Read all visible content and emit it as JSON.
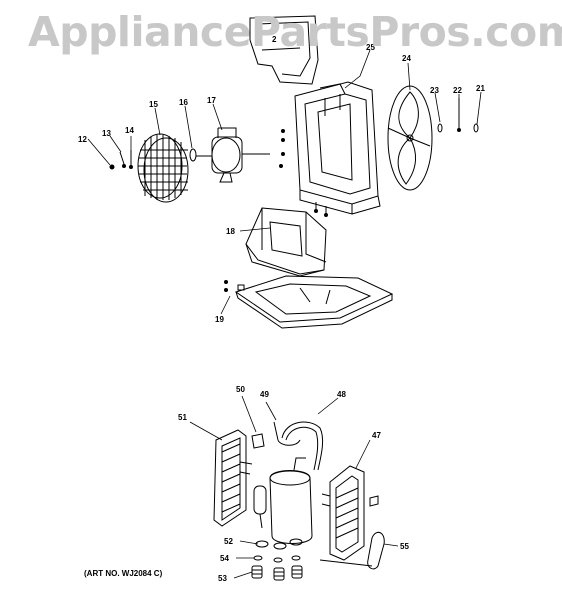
{
  "watermark": "AppliancePartsPros.com",
  "art_number": "(ART NO. WJ2084 C)",
  "upper_assembly": {
    "callouts": [
      "12",
      "13",
      "14",
      "15",
      "16",
      "17",
      "18",
      "19",
      "21",
      "22",
      "23",
      "24",
      "25"
    ],
    "partial_label": "2"
  },
  "lower_assembly": {
    "callouts": [
      "47",
      "48",
      "49",
      "50",
      "51",
      "52",
      "53",
      "54",
      "55"
    ]
  },
  "colors": {
    "line": "#000000",
    "watermark": "#c8c8c8",
    "background": "#ffffff"
  }
}
